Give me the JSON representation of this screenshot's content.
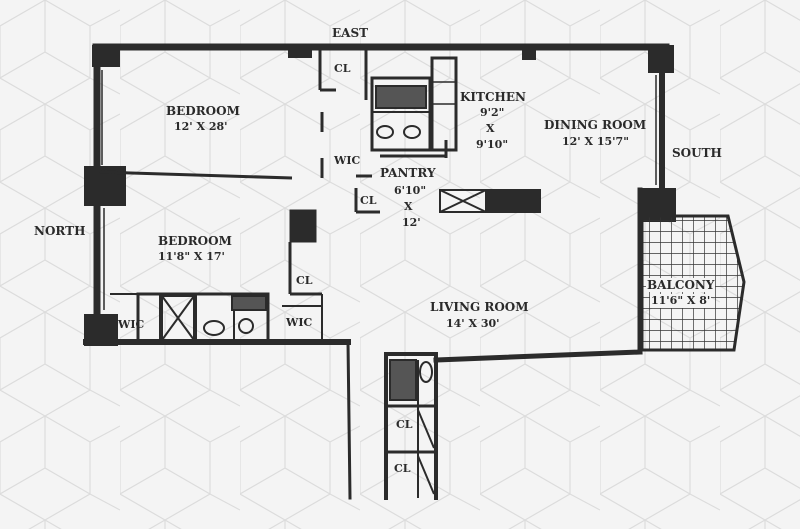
{
  "compass": {
    "east": "EAST",
    "north": "NORTH",
    "south": "SOUTH"
  },
  "rooms": {
    "bedroom1": {
      "name": "BEDROOM",
      "dims": "12' X 28'"
    },
    "bedroom2": {
      "name": "BEDROOM",
      "dims": "11'8\" X 17'"
    },
    "kitchen": {
      "name": "KITCHEN",
      "dims_line1": "9'2\"",
      "dims_line2": "X",
      "dims_line3": "9'10\""
    },
    "dining": {
      "name": "DINING ROOM",
      "dims": "12' X 15'7\""
    },
    "pantry": {
      "name": "PANTRY",
      "dims_line1": "6'10\"",
      "dims_line2": "X",
      "dims_line3": "12'"
    },
    "living": {
      "name": "LIVING ROOM",
      "dims": "14' X 30'"
    },
    "balcony": {
      "name": "BALCONY",
      "dims": "11'6\" X 8'"
    }
  },
  "closets": {
    "cl_top": "CL",
    "cl_pantry": "CL",
    "cl_mid": "CL",
    "cl_hall1": "CL",
    "cl_hall2": "CL",
    "wic_top": "WIC",
    "wic_left": "WIC",
    "wic_right": "WIC"
  },
  "colors": {
    "wall": "#2b2b2b",
    "background": "#f4f4f4",
    "pattern": "#d9d9d9"
  }
}
